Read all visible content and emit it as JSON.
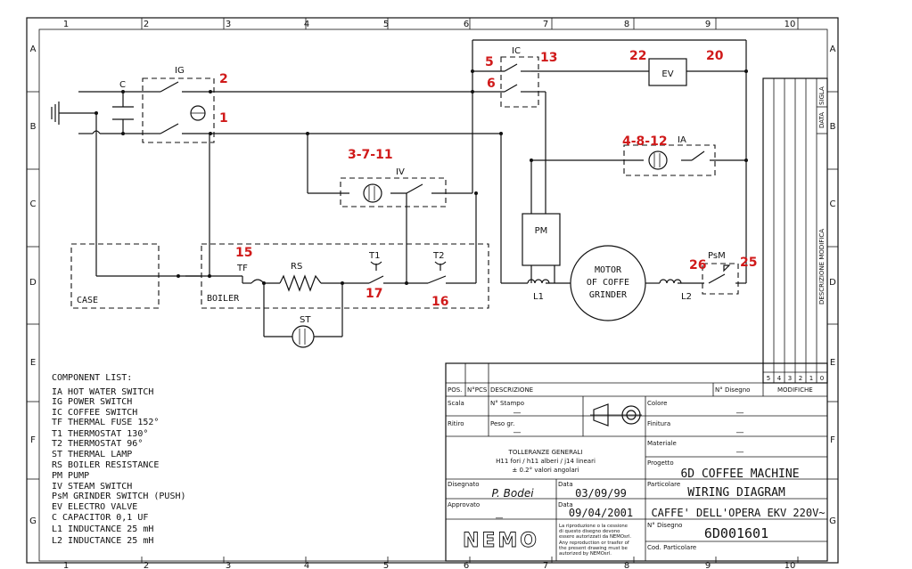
{
  "border": {
    "columns": [
      "1",
      "2",
      "3",
      "4",
      "5",
      "6",
      "7",
      "8",
      "9",
      "10"
    ],
    "rows": [
      "A",
      "B",
      "C",
      "D",
      "E",
      "F",
      "G"
    ]
  },
  "labels": {
    "capacitor": "C",
    "ig": "IG",
    "ic": "IC",
    "ia": "IA",
    "iv": "IV",
    "ev": "EV",
    "pm": "PM",
    "motor_line1": "MOTOR",
    "motor_line2": "OF COFFE",
    "motor_line3": "GRINDER",
    "l1": "L1",
    "l2": "L2",
    "psm": "PsM",
    "case": "CASE",
    "boiler": "BOILER",
    "tf": "TF",
    "rs": "RS",
    "t1": "T1",
    "t2": "T2",
    "st": "ST"
  },
  "callouts": {
    "c2": "2",
    "c1": "1",
    "c5": "5",
    "c6": "6",
    "c13": "13",
    "c22": "22",
    "c20": "20",
    "c3711": "3-7-11",
    "c4812": "4-8-12",
    "c15": "15",
    "c17": "17",
    "c16": "16",
    "c26": "26",
    "c25": "25"
  },
  "component_list": {
    "title": "COMPONENT LIST:",
    "items": [
      "IA HOT WATER SWITCH",
      "IG POWER SWITCH",
      "IC COFFEE SWITCH",
      "TF THERMAL FUSE 152°",
      "T1 THERMOSTAT 130°",
      "T2 THERMOSTAT 96°",
      "ST THERMAL LAMP",
      "RS BOILER RESISTANCE",
      "PM PUMP",
      "IV STEAM SWITCH",
      "PsM GRINDER SWITCH (PUSH)",
      "EV ELECTRO VALVE",
      "C CAPACITOR 0,1 UF",
      "L1 INDUCTANCE 25 mH",
      "L2 INDUCTANCE 25 mH"
    ]
  },
  "title_block": {
    "pos": "POS.",
    "npcs": "N°PCS",
    "descrizione": "DESCRIZIONE",
    "n_disegno": "N° Disegno",
    "modifiche": "MODIFICHE",
    "scala": "Scala",
    "n_stampo": "N° Stampo",
    "colore": "Colore",
    "ritiro": "Ritiro",
    "peso": "Peso gr.",
    "finitura": "Finitura",
    "materiale": "Materiale",
    "dash": "—",
    "tolleranze_1": "TOLLERANZE GENERALI",
    "tolleranze_2": "H11 fori / h11 alberi / j14 lineari",
    "tolleranze_3": "± 0.2° valori angolari",
    "progetto_label": "Progetto",
    "progetto": "6D COFFEE MACHINE",
    "disegnato_label": "Disegnato",
    "disegnato": "P. Bodei",
    "data_label": "Data",
    "data1": "03/09/99",
    "particolare_label": "Particolare",
    "particolare": "WIRING DIAGRAM",
    "approvato_label": "Approvato",
    "data2": "09/04/2001",
    "sub_title": "CAFFE' DELL'OPERA EKV 220V~",
    "ndisegno_label": "N° Disegno",
    "ndisegno": "6D001601",
    "logo": "NEMO",
    "legal_1": "La riproduzione o la cessione",
    "legal_2": "di questo disegno devono",
    "legal_3": "essere autorizzati da NEMOsrl.",
    "legal_4": "Any reproduction or trasfer of",
    "legal_5": "the present drawing must be",
    "legal_6": "autorized by NEMOsrl.",
    "cod_particolare": "Cod. Particolare"
  },
  "revision_block": {
    "numbers": [
      "5",
      "4",
      "3",
      "2",
      "1",
      "0"
    ],
    "sigla": "SIGLA",
    "data": "DATA",
    "descrizione_modifica": "DESCRIZIONE MODIFICA"
  }
}
